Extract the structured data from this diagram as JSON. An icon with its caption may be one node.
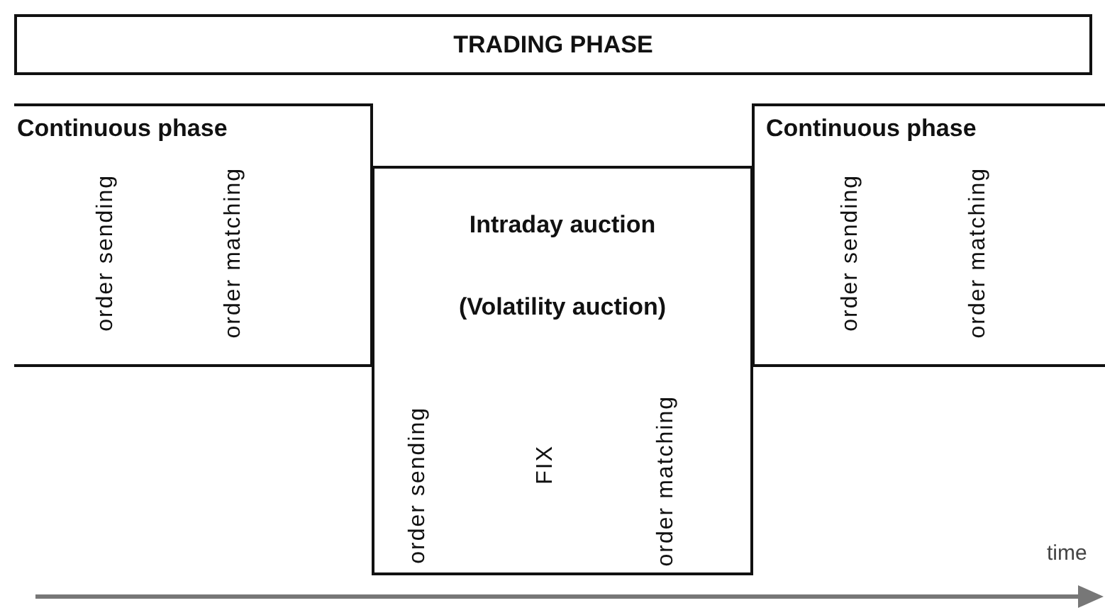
{
  "diagram": {
    "nodes": [
      {
        "text": [
          "TRADING PHASE"
        ]
      },
      {
        "text": [
          "Continuous phase",
          "order sending",
          "order matching"
        ]
      },
      {
        "text": [
          "Intraday auction",
          "(Volatility auction)",
          "order sending",
          "FIX",
          "order matching"
        ]
      },
      {
        "text": [
          "Continuous phase",
          "order sending",
          "order matching"
        ]
      }
    ],
    "edges": [],
    "labels": [
      "time"
    ]
  }
}
